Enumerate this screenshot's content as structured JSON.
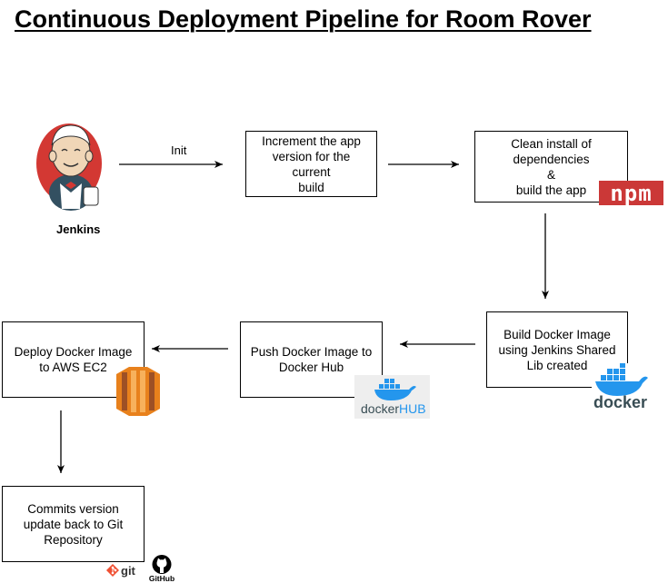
{
  "title": "Continuous Deployment Pipeline for Room Rover",
  "actor": {
    "name": "Jenkins",
    "icon": "jenkins-butler-icon"
  },
  "edges": {
    "init_label": "Init"
  },
  "steps": [
    {
      "id": "increment",
      "text": "Increment the app\nversion for the current\nbuild"
    },
    {
      "id": "npm-build",
      "text": "Clean install of\ndependencies\n&\nbuild the app",
      "logo": "npm-logo"
    },
    {
      "id": "docker-build",
      "text": "Build Docker Image\nusing Jenkins Shared\nLib created",
      "logo": "docker-logo"
    },
    {
      "id": "docker-push",
      "text": "Push Docker Image to\nDocker Hub",
      "logo": "docker-hub-logo"
    },
    {
      "id": "deploy",
      "text": "Deploy Docker Image\nto AWS EC2",
      "logo": "aws-ec2-icon"
    },
    {
      "id": "commit",
      "text": "Commits version\nupdate back to Git\nRepository",
      "logo": "git-github-logos"
    }
  ],
  "logos": {
    "npm": "npm",
    "docker": "docker",
    "docker_hub_left": "docker",
    "docker_hub_right": "HUB",
    "git": "git",
    "github": "GitHub"
  },
  "colors": {
    "npm_red": "#cb3837",
    "docker_blue": "#2496ed",
    "aws_orange": "#e8811c",
    "git_orange": "#f05033",
    "jenkins_red": "#d33833"
  }
}
